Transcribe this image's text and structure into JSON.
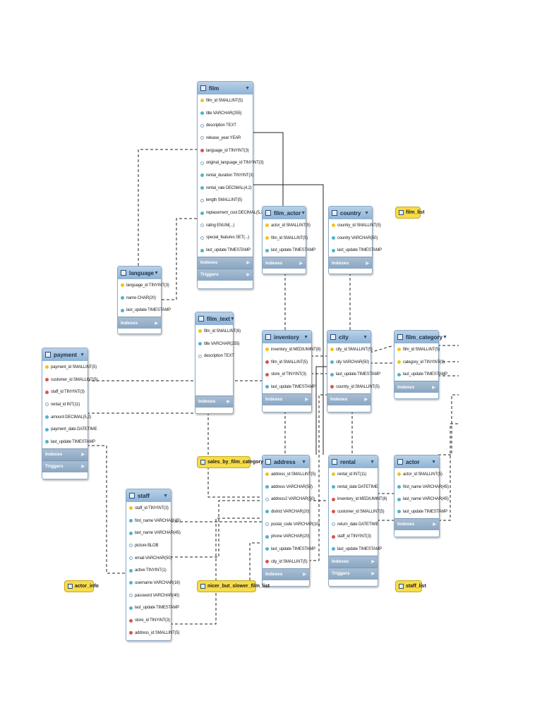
{
  "diagram": {
    "tables": [
      {
        "id": "film",
        "name": "film",
        "columns": [
          {
            "text": "film_id SMALLINT(5)",
            "kind": "pk"
          },
          {
            "text": "title VARCHAR(255)",
            "kind": "nn"
          },
          {
            "text": "description TEXT",
            "kind": "nl"
          },
          {
            "text": "release_year YEAR",
            "kind": "nl"
          },
          {
            "text": "language_id TINYINT(3)",
            "kind": "fk"
          },
          {
            "text": "original_language_id TINYINT(3)",
            "kind": "nl"
          },
          {
            "text": "rental_duration TINYINT(3)",
            "kind": "nn"
          },
          {
            "text": "rental_rate DECIMAL(4,2)",
            "kind": "nn"
          },
          {
            "text": "length SMALLINT(5)",
            "kind": "nl"
          },
          {
            "text": "replacement_cost DECIMAL(5,2)",
            "kind": "nn"
          },
          {
            "text": "rating ENUM(...)",
            "kind": "nl"
          },
          {
            "text": "special_features SET(...)",
            "kind": "nl"
          },
          {
            "text": "last_update TIMESTAMP",
            "kind": "nn"
          }
        ],
        "sections": [
          "Indexes",
          "Triggers"
        ]
      },
      {
        "id": "film_actor",
        "name": "film_actor",
        "columns": [
          {
            "text": "actor_id SMALLINT(5)",
            "kind": "pk"
          },
          {
            "text": "film_id SMALLINT(5)",
            "kind": "pk"
          },
          {
            "text": "last_update TIMESTAMP",
            "kind": "nn"
          }
        ],
        "sections": [
          "Indexes"
        ]
      },
      {
        "id": "country",
        "name": "country",
        "columns": [
          {
            "text": "country_id SMALLINT(5)",
            "kind": "pk"
          },
          {
            "text": "country VARCHAR(50)",
            "kind": "nn"
          },
          {
            "text": "last_update TIMESTAMP",
            "kind": "nn"
          }
        ],
        "sections": [
          "Indexes"
        ]
      },
      {
        "id": "language",
        "name": "language",
        "columns": [
          {
            "text": "language_id TINYINT(3)",
            "kind": "pk"
          },
          {
            "text": "name CHAR(20)",
            "kind": "nn"
          },
          {
            "text": "last_update TIMESTAMP",
            "kind": "nn"
          }
        ],
        "sections": [
          "Indexes"
        ]
      },
      {
        "id": "film_text",
        "name": "film_text",
        "columns": [
          {
            "text": "film_id SMALLINT(6)",
            "kind": "pk"
          },
          {
            "text": "title VARCHAR(255)",
            "kind": "nn"
          },
          {
            "text": "description TEXT",
            "kind": "nl"
          }
        ],
        "sections": [
          "Indexes"
        ]
      },
      {
        "id": "inventory",
        "name": "inventory",
        "columns": [
          {
            "text": "inventory_id MEDIUMINT(8)",
            "kind": "pk"
          },
          {
            "text": "film_id SMALLINT(5)",
            "kind": "fk"
          },
          {
            "text": "store_id TINYINT(3)",
            "kind": "fk"
          },
          {
            "text": "last_update TIMESTAMP",
            "kind": "nn"
          }
        ],
        "sections": [
          "Indexes"
        ]
      },
      {
        "id": "city",
        "name": "city",
        "columns": [
          {
            "text": "city_id SMALLINT(5)",
            "kind": "pk"
          },
          {
            "text": "city VARCHAR(50)",
            "kind": "nn"
          },
          {
            "text": "last_update TIMESTAMP",
            "kind": "nn"
          },
          {
            "text": "country_id SMALLINT(5)",
            "kind": "fk"
          }
        ],
        "sections": [
          "Indexes"
        ]
      },
      {
        "id": "film_category",
        "name": "film_category",
        "columns": [
          {
            "text": "film_id SMALLINT(5)",
            "kind": "pk"
          },
          {
            "text": "category_id TINYINT(3)",
            "kind": "pk"
          },
          {
            "text": "last_update TIMESTAMP",
            "kind": "nn"
          }
        ],
        "sections": [
          "Indexes"
        ]
      },
      {
        "id": "payment",
        "name": "payment",
        "columns": [
          {
            "text": "payment_id SMALLINT(5)",
            "kind": "pk"
          },
          {
            "text": "customer_id SMALLINT(5)",
            "kind": "fk"
          },
          {
            "text": "staff_id TINYINT(3)",
            "kind": "fk"
          },
          {
            "text": "rental_id INT(11)",
            "kind": "nl"
          },
          {
            "text": "amount DECIMAL(5,2)",
            "kind": "nn"
          },
          {
            "text": "payment_date DATETIME",
            "kind": "nn"
          },
          {
            "text": "last_update TIMESTAMP",
            "kind": "nn"
          }
        ],
        "sections": [
          "Indexes",
          "Triggers"
        ]
      },
      {
        "id": "address",
        "name": "address",
        "columns": [
          {
            "text": "address_id SMALLINT(5)",
            "kind": "pk"
          },
          {
            "text": "address VARCHAR(50)",
            "kind": "nn"
          },
          {
            "text": "address2 VARCHAR(50)",
            "kind": "nl"
          },
          {
            "text": "district VARCHAR(20)",
            "kind": "nn"
          },
          {
            "text": "postal_code VARCHAR(10)",
            "kind": "nl"
          },
          {
            "text": "phone VARCHAR(20)",
            "kind": "nn"
          },
          {
            "text": "last_update TIMESTAMP",
            "kind": "nn"
          },
          {
            "text": "city_id SMALLINT(5)",
            "kind": "fk"
          }
        ],
        "sections": [
          "Indexes"
        ]
      },
      {
        "id": "rental",
        "name": "rental",
        "columns": [
          {
            "text": "rental_id INT(11)",
            "kind": "pk"
          },
          {
            "text": "rental_date DATETIME",
            "kind": "nn"
          },
          {
            "text": "inventory_id MEDIUMINT(8)",
            "kind": "fk"
          },
          {
            "text": "customer_id SMALLINT(5)",
            "kind": "fk"
          },
          {
            "text": "return_date DATETIME",
            "kind": "nl"
          },
          {
            "text": "staff_id TINYINT(3)",
            "kind": "fk"
          },
          {
            "text": "last_update TIMESTAMP",
            "kind": "nn"
          }
        ],
        "sections": [
          "Indexes",
          "Triggers"
        ]
      },
      {
        "id": "actor",
        "name": "actor",
        "columns": [
          {
            "text": "actor_id SMALLINT(5)",
            "kind": "pk"
          },
          {
            "text": "first_name VARCHAR(45)",
            "kind": "nn"
          },
          {
            "text": "last_name VARCHAR(45)",
            "kind": "nn"
          },
          {
            "text": "last_update TIMESTAMP",
            "kind": "nn"
          }
        ],
        "sections": [
          "Indexes"
        ]
      },
      {
        "id": "staff",
        "name": "staff",
        "columns": [
          {
            "text": "staff_id TINYINT(3)",
            "kind": "pk"
          },
          {
            "text": "first_name VARCHAR(45)",
            "kind": "nn"
          },
          {
            "text": "last_name VARCHAR(45)",
            "kind": "nn"
          },
          {
            "text": "picture BLOB",
            "kind": "nl"
          },
          {
            "text": "email VARCHAR(50)",
            "kind": "nl"
          },
          {
            "text": "active TINYINT(1)",
            "kind": "nn"
          },
          {
            "text": "username VARCHAR(16)",
            "kind": "nn"
          },
          {
            "text": "password VARCHAR(40)",
            "kind": "nl"
          },
          {
            "text": "last_update TIMESTAMP",
            "kind": "nn"
          },
          {
            "text": "store_id TINYINT(3)",
            "kind": "fk"
          },
          {
            "text": "address_id SMALLINT(5)",
            "kind": "fk"
          }
        ],
        "sections": []
      }
    ],
    "views": [
      {
        "id": "film_list",
        "name": "film_list"
      },
      {
        "id": "sales_by_film_category",
        "name": "sales_by_film_category"
      },
      {
        "id": "actor_info",
        "name": "actor_info"
      },
      {
        "id": "nicer_but_slower_film_list",
        "name": "nicer_but_slower_film_list"
      },
      {
        "id": "staff_list",
        "name": "staff_list"
      }
    ]
  }
}
